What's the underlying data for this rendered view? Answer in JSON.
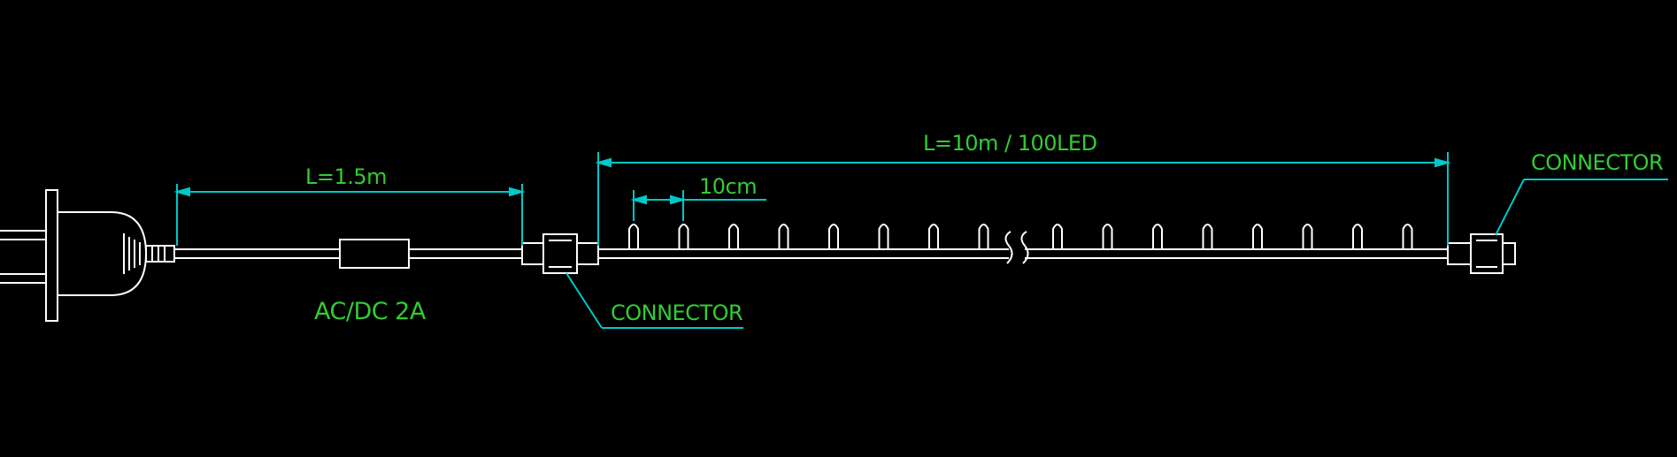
{
  "diagram": {
    "title_total": "L=10m / 100LED",
    "cord_length_label": "L=1.5m",
    "spacing_label": "10cm",
    "adapter_label": "AC/DC 2A",
    "connector_label_left": "CONNECTOR",
    "connector_label_right": "CONNECTOR",
    "visible_led_count": 16,
    "colors": {
      "background": "#000000",
      "linework": "#ffffff",
      "dimension": "#00c8c8",
      "text": "#33cc33"
    }
  }
}
